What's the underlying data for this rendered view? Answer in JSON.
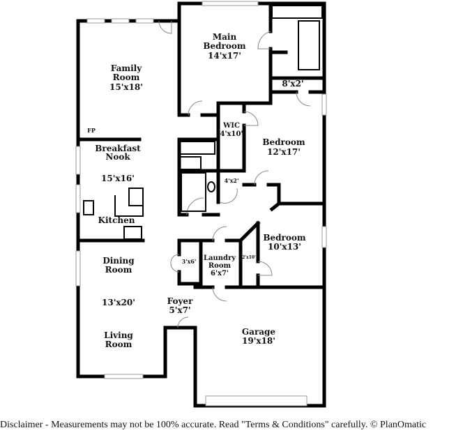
{
  "rooms": {
    "main_bedroom": {
      "name": "Main Bedroom",
      "line1": "Main",
      "line2": "Bedroom",
      "size": "14'x17'"
    },
    "family_room": {
      "line1": "Family",
      "line2": "Room",
      "size": "15'x18'"
    },
    "fp": "FP",
    "wic": {
      "name": "WIC",
      "size": "4'x10'"
    },
    "closet_8x2": "8'x2'",
    "bedroom_2": {
      "name": "Bedroom",
      "size": "12'x17'"
    },
    "breakfast_nook": {
      "line1": "Breakfast",
      "line2": "Nook",
      "size": "15'x16'"
    },
    "closet_4x2": "4'x2'",
    "kitchen": "Kitchen",
    "bedroom_3": {
      "name": "Bedroom",
      "size": "10'x13'"
    },
    "closet_2x10": "2'x10'",
    "closet_3x6": "3'x6'",
    "laundry": {
      "line1": "Laundry",
      "line2": "Room",
      "size": "6'x7'"
    },
    "dining_room": {
      "line1": "Dining",
      "line2": "Room"
    },
    "dining_living_size": "13'x20'",
    "foyer": {
      "name": "Foyer",
      "size": "5'x7'"
    },
    "living_room": {
      "line1": "Living",
      "line2": "Room"
    },
    "garage": {
      "name": "Garage",
      "size": "19'x18'"
    }
  },
  "disclaimer": "Disclaimer - Measurements may not be 100% accurate. Read \"Terms & Conditions\" carefully. © PlanOmatic"
}
